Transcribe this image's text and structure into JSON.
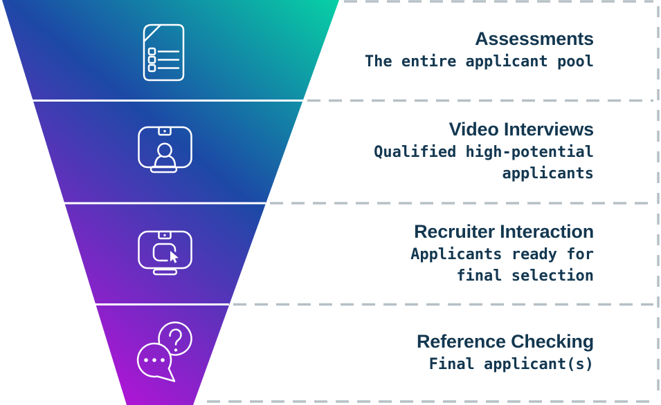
{
  "diagram": {
    "type": "recruiting-funnel",
    "stages": [
      {
        "title": "Assessments",
        "subtitle": "The entire applicant pool",
        "icon": "checklist-document-icon"
      },
      {
        "title": "Video Interviews",
        "subtitle": "Qualified high-potential\napplicants",
        "icon": "video-call-screen-icon"
      },
      {
        "title": "Recruiter Interaction",
        "subtitle": "Applicants ready for\nfinal selection",
        "icon": "screen-cursor-icon"
      },
      {
        "title": "Reference Checking",
        "subtitle": "Final applicant(s)",
        "icon": "chat-question-bubbles-icon"
      }
    ],
    "colors": {
      "funnel_top_right_teal": "#07d1a5",
      "funnel_blue": "#1c49a6",
      "funnel_bottom_purple": "#bd0fdb",
      "divider_line": "#ffffff",
      "dashed_line_gray": "#b6c0c5",
      "text_navy": "#133750",
      "icon_stroke": "#ffffff"
    }
  }
}
